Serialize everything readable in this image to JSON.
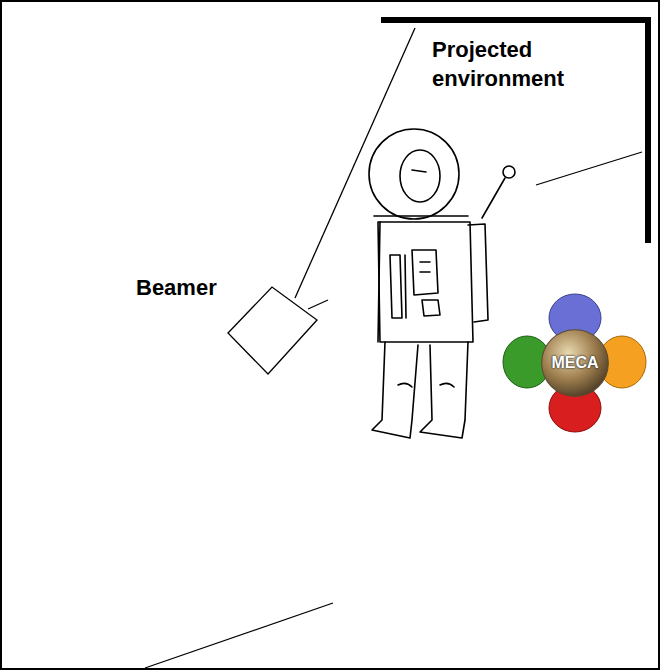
{
  "diagram": {
    "nodes": [
      {
        "text": [
          "MECA"
        ]
      }
    ],
    "labels": [
      "Projected environment",
      "Beamer"
    ]
  }
}
